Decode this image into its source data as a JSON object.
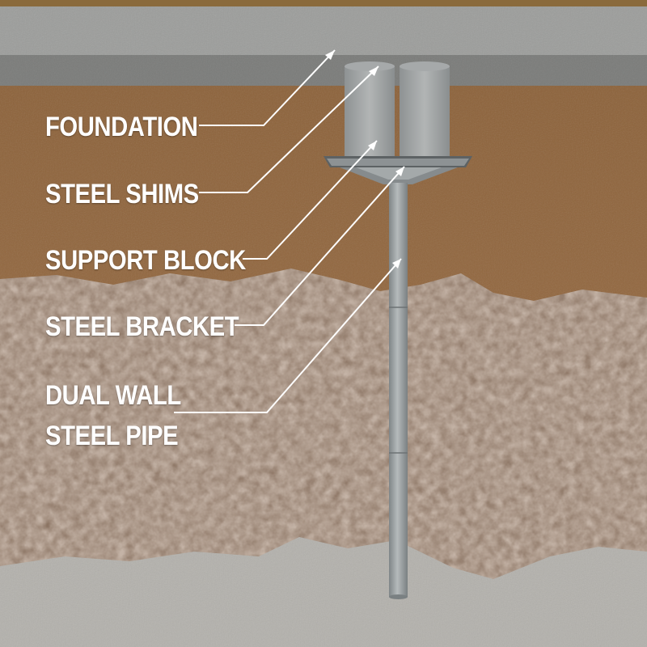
{
  "diagram": {
    "labels": {
      "foundation": "FOUNDATION",
      "steel_shims": "STEEL SHIMS",
      "support_block": "SUPPORT BLOCK",
      "steel_bracket": "STEEL BRACKET",
      "dual_wall_line1": "DUAL WALL",
      "dual_wall_line2": "STEEL PIPE"
    },
    "colors": {
      "concrete_slab": "#9c9d9b",
      "slab_bottom_band": "#7b7c7a",
      "clay_soil": "#946c45",
      "rocky_soil": "#8b7463",
      "bedrock": "#b3b1ac",
      "steel": "#9aa0a2",
      "leader_line": "#ffffff"
    }
  }
}
